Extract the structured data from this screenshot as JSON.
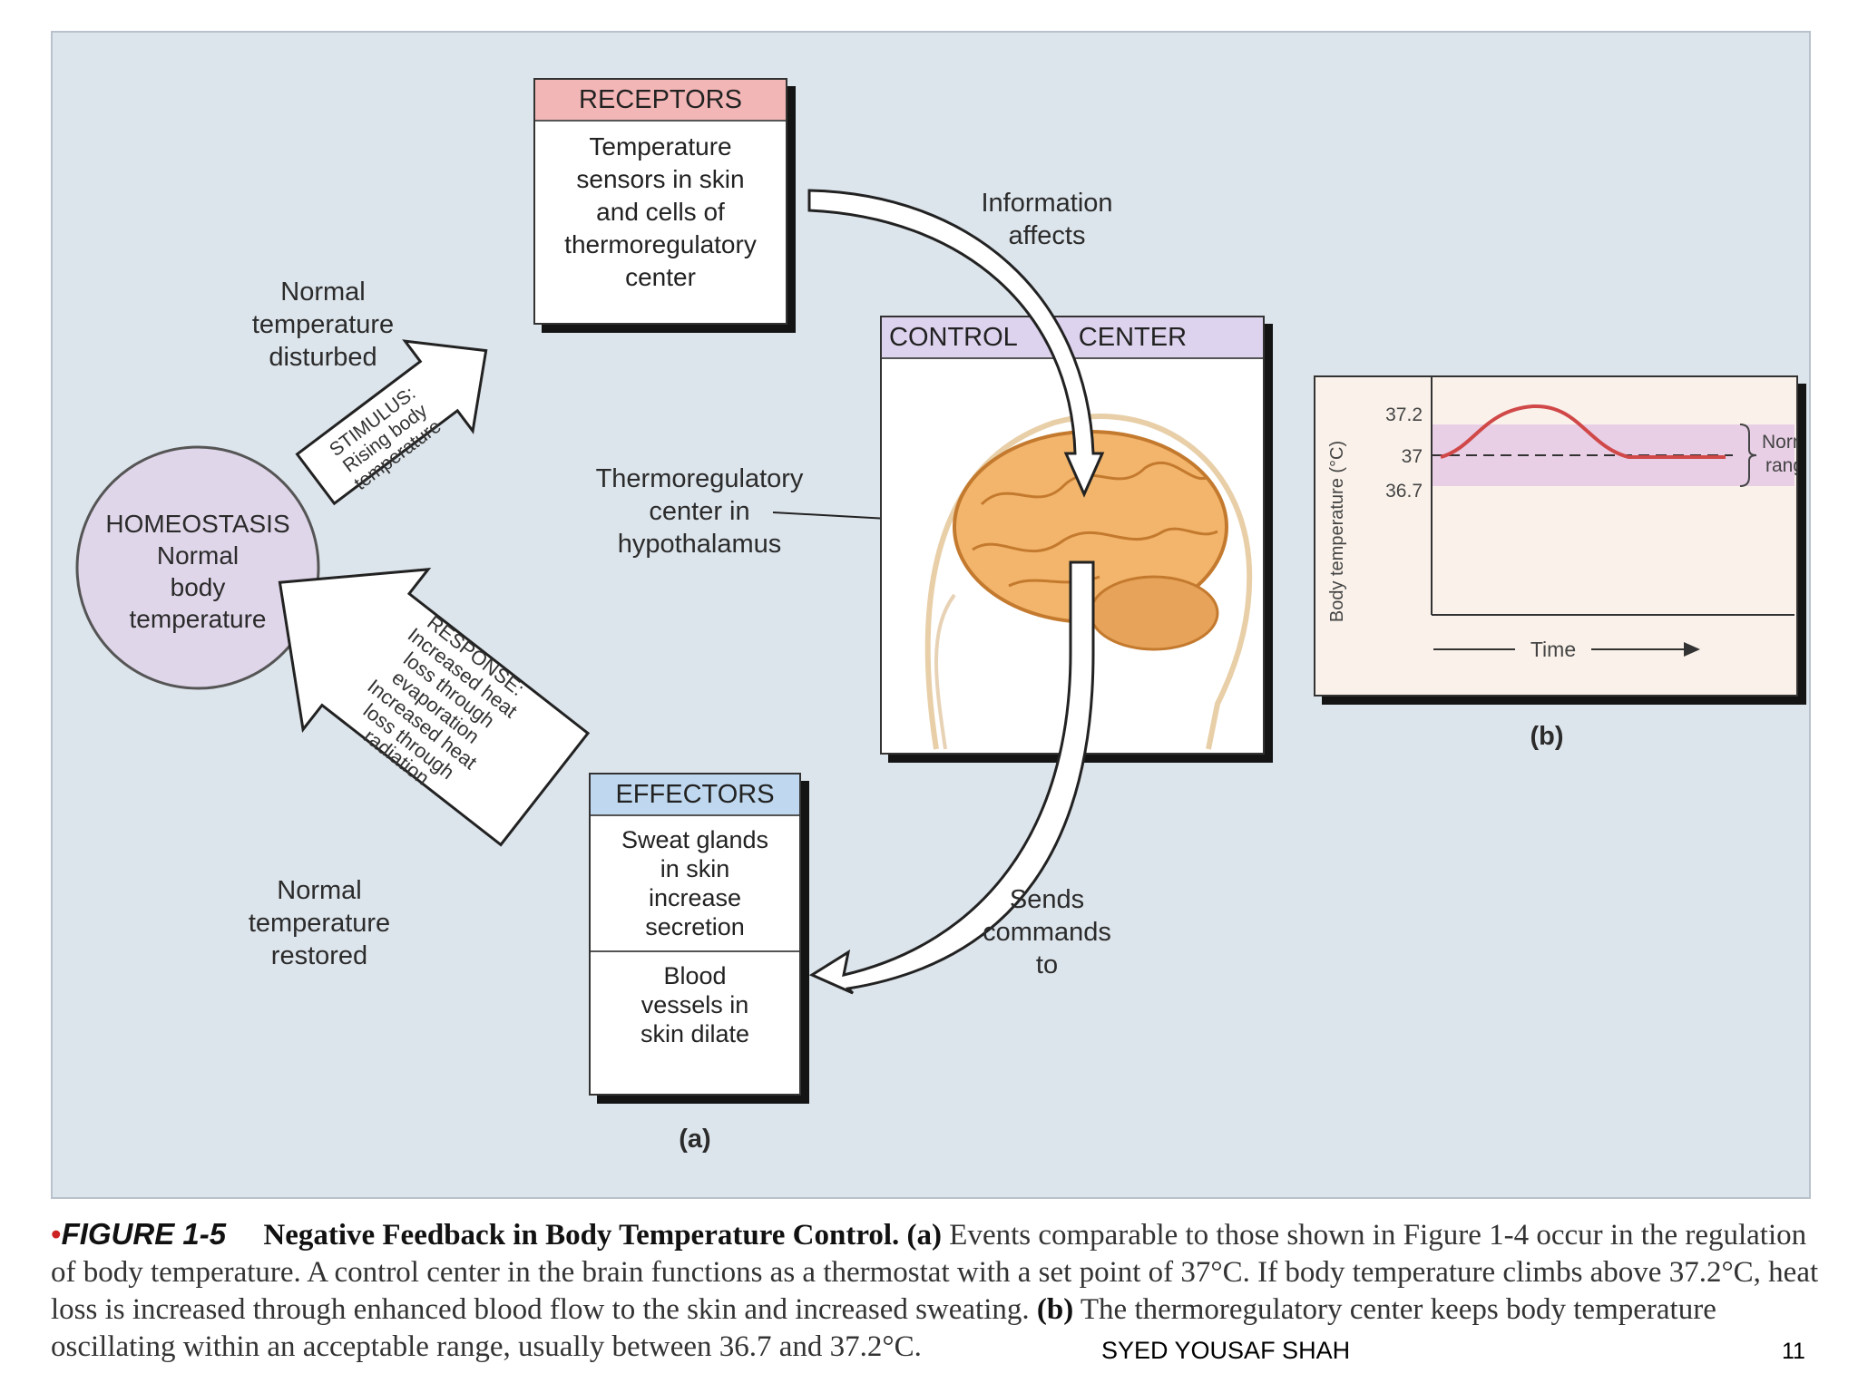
{
  "colors": {
    "panel": "#dde5ec",
    "receptors_header": "#f3b6b6",
    "control_header": "#ddd3ee",
    "effectors_header": "#bfd8ef",
    "homeostasis_fill": "#e0d6ea",
    "normal_range_band": "#e8cfe6",
    "curve": "#d04848",
    "brain": "#f2b56b"
  },
  "diagram": {
    "receptors": {
      "title": "RECEPTORS",
      "lines": [
        "Temperature",
        "sensors in skin",
        "and cells of",
        "thermoregulatory",
        "center"
      ]
    },
    "control_center": {
      "title_left": "CONTROL",
      "title_right": "CENTER"
    },
    "effectors": {
      "title": "EFFECTORS",
      "cell1": [
        "Sweat glands",
        "in skin",
        "increase",
        "secretion"
      ],
      "cell2": [
        "Blood",
        "vessels  in",
        "skin dilate"
      ]
    },
    "homeostasis": {
      "lines": [
        "HOMEOSTASIS",
        "Normal",
        "body",
        "temperature"
      ]
    },
    "stimulus_arrow": {
      "lines": [
        "STIMULUS:",
        "Rising body",
        "temperature"
      ]
    },
    "response_arrow": {
      "lines": [
        "RESPONSE:",
        "Increased heat",
        "loss through",
        "evaporation",
        "Increased heat",
        "loss through",
        "radiation"
      ]
    },
    "normal_disturbed": [
      "Normal",
      "temperature",
      "disturbed"
    ],
    "normal_restored": [
      "Normal",
      "temperature",
      "restored"
    ],
    "information_affects": [
      "Information",
      "affects"
    ],
    "sends_commands": [
      "Sends",
      "commands",
      "to"
    ],
    "thermo_label": [
      "Thermoregulatory",
      "center in",
      "hypothalamus"
    ],
    "panel_a_label": "(a)",
    "panel_b_label": "(b)",
    "graph": {
      "ylabel": "Body temperature (°C)",
      "ticks": [
        "37.2",
        "37",
        "36.7"
      ],
      "xlabel": "Time",
      "range_label": [
        "Normal",
        "range"
      ]
    }
  },
  "caption": {
    "figure": "FIGURE 1-5",
    "title": "Negative Feedback in Body Temperature Control.",
    "a_marker": "(a)",
    "text_a": "Events comparable to those shown in Figure 1-4 occur in the regulation of body temperature. A control center in the brain functions as a thermostat with a set point of 37°C. If body temperature climbs above 37.2°C, heat loss is increased through enhanced blood flow to the skin and increased sweating.",
    "b_marker": "(b)",
    "text_b": "The thermoregulatory center keeps body temperature oscillating within an acceptable range, usually between 36.7 and 37.2°C."
  },
  "footer": {
    "author": "SYED YOUSAF SHAH",
    "page": "11"
  }
}
